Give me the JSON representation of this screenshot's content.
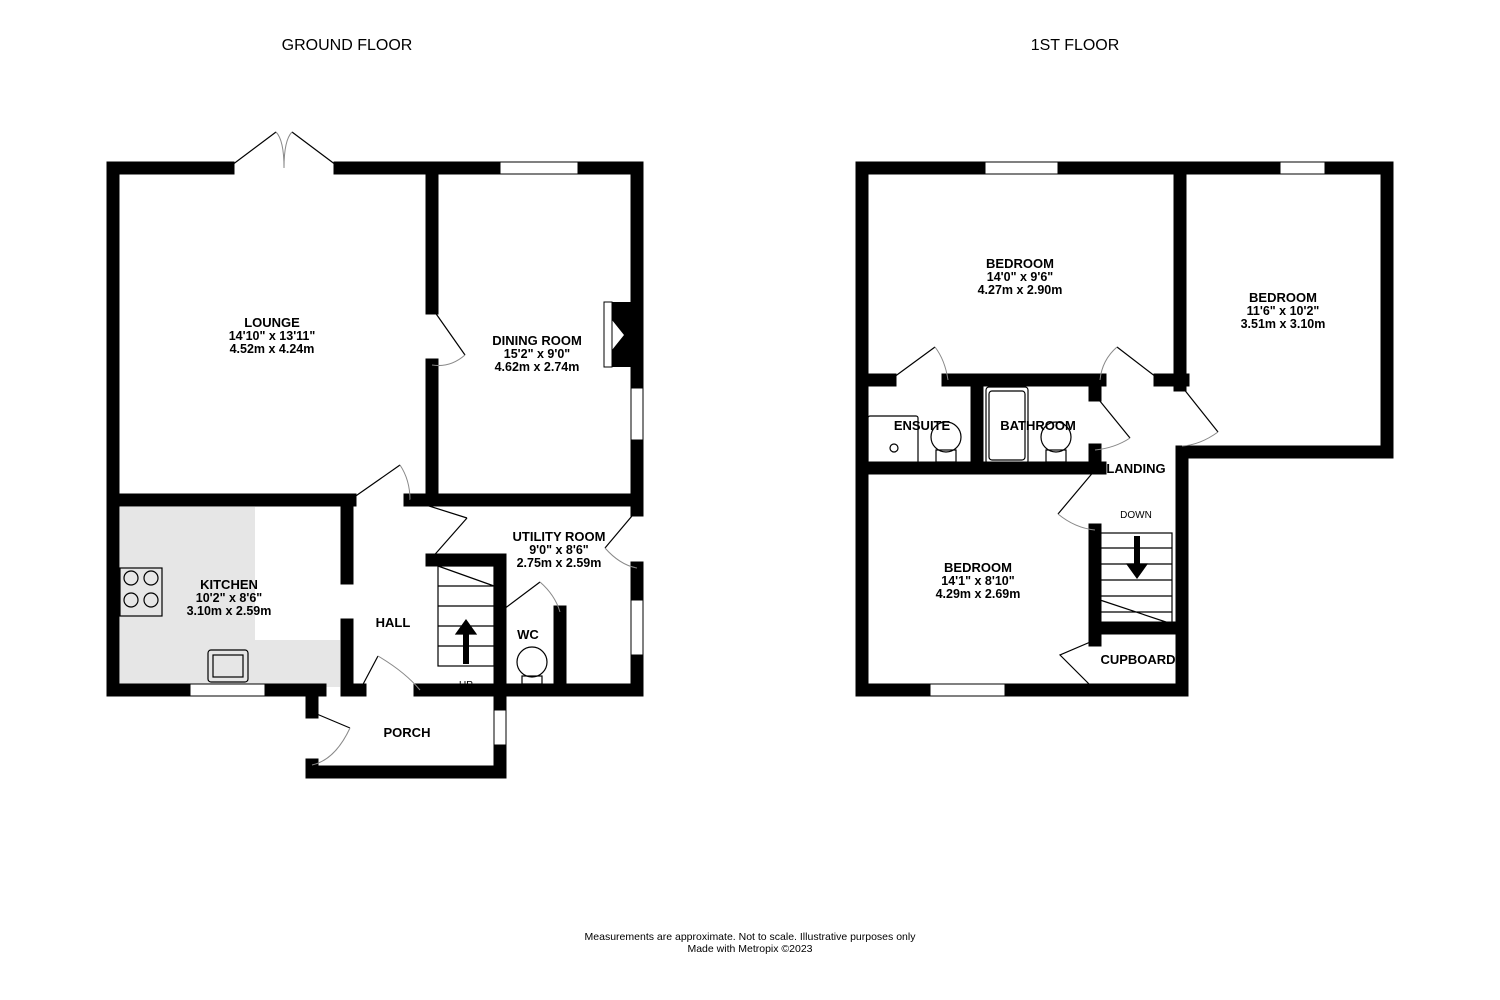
{
  "ground_floor": {
    "title": "GROUND FLOOR",
    "rooms": {
      "lounge": {
        "name": "LOUNGE",
        "imperial": "14'10\"  x 13'11\"",
        "metric": "4.52m  x 4.24m"
      },
      "dining": {
        "name": "DINING ROOM",
        "imperial": "15'2\"  x 9'0\"",
        "metric": "4.62m  x 2.74m"
      },
      "kitchen": {
        "name": "KITCHEN",
        "imperial": "10'2\"  x 8'6\"",
        "metric": "3.10m  x 2.59m"
      },
      "utility": {
        "name": "UTILITY ROOM",
        "imperial": "9'0\"  x 8'6\"",
        "metric": "2.75m  x 2.59m"
      },
      "hall": {
        "name": "HALL"
      },
      "wc": {
        "name": "WC"
      },
      "porch": {
        "name": "PORCH"
      }
    },
    "stairs_label": "UP"
  },
  "first_floor": {
    "title": "1ST FLOOR",
    "rooms": {
      "bedroom1": {
        "name": "BEDROOM",
        "imperial": "14'0\"  x 9'6\"",
        "metric": "4.27m  x 2.90m"
      },
      "bedroom2": {
        "name": "BEDROOM",
        "imperial": "11'6\"  x 10'2\"",
        "metric": "3.51m  x 3.10m"
      },
      "bedroom3": {
        "name": "BEDROOM",
        "imperial": "14'1\"  x 8'10\"",
        "metric": "4.29m  x 2.69m"
      },
      "ensuite": {
        "name": "ENSUITE"
      },
      "bathroom": {
        "name": "BATHROOM"
      },
      "landing": {
        "name": "LANDING"
      },
      "cupboard": {
        "name": "CUPBOARD"
      }
    },
    "stairs_label": "DOWN"
  },
  "footer": {
    "line1": "Measurements are approximate.  Not to scale.  Illustrative purposes only",
    "line2": "Made with Metropix ©2023"
  },
  "colors": {
    "wall": "#000000",
    "worktop": "#e6e6e6"
  }
}
